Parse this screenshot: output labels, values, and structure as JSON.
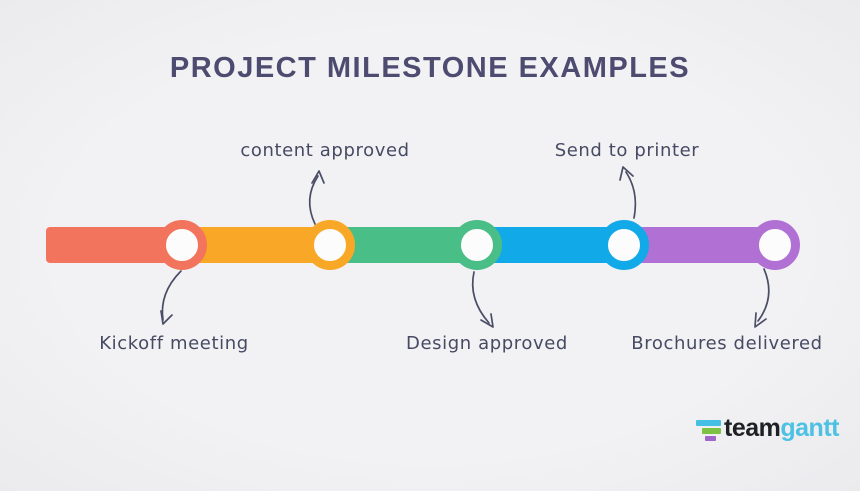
{
  "title": "PROJECT MILESTONE EXAMPLES",
  "colors": {
    "background": "#F0F0F2",
    "title": "#4E4B70",
    "label": "#474A63",
    "arrow": "#4A4D66"
  },
  "timeline": {
    "milestones": [
      {
        "label": "Kickoff meeting",
        "color": "#F3745C",
        "label_position": "below"
      },
      {
        "label": "content approved",
        "color": "#F8A826",
        "label_position": "above"
      },
      {
        "label": "Design approved",
        "color": "#49BE87",
        "label_position": "below"
      },
      {
        "label": "Send to printer",
        "color": "#12A9E8",
        "label_position": "above"
      },
      {
        "label": "Brochures delivered",
        "color": "#B171D4",
        "label_position": "below"
      }
    ]
  },
  "logo": {
    "text_dark": "team",
    "text_light": "gantt",
    "text_dark_color": "#1F2024",
    "text_light_color": "#4CC1E3",
    "icon_bars": [
      {
        "name": "gantt-bar-top",
        "color": "#45BFE4"
      },
      {
        "name": "gantt-bar-middle",
        "color": "#7DC242"
      },
      {
        "name": "gantt-bar-bottom",
        "color": "#A166C9"
      }
    ]
  }
}
